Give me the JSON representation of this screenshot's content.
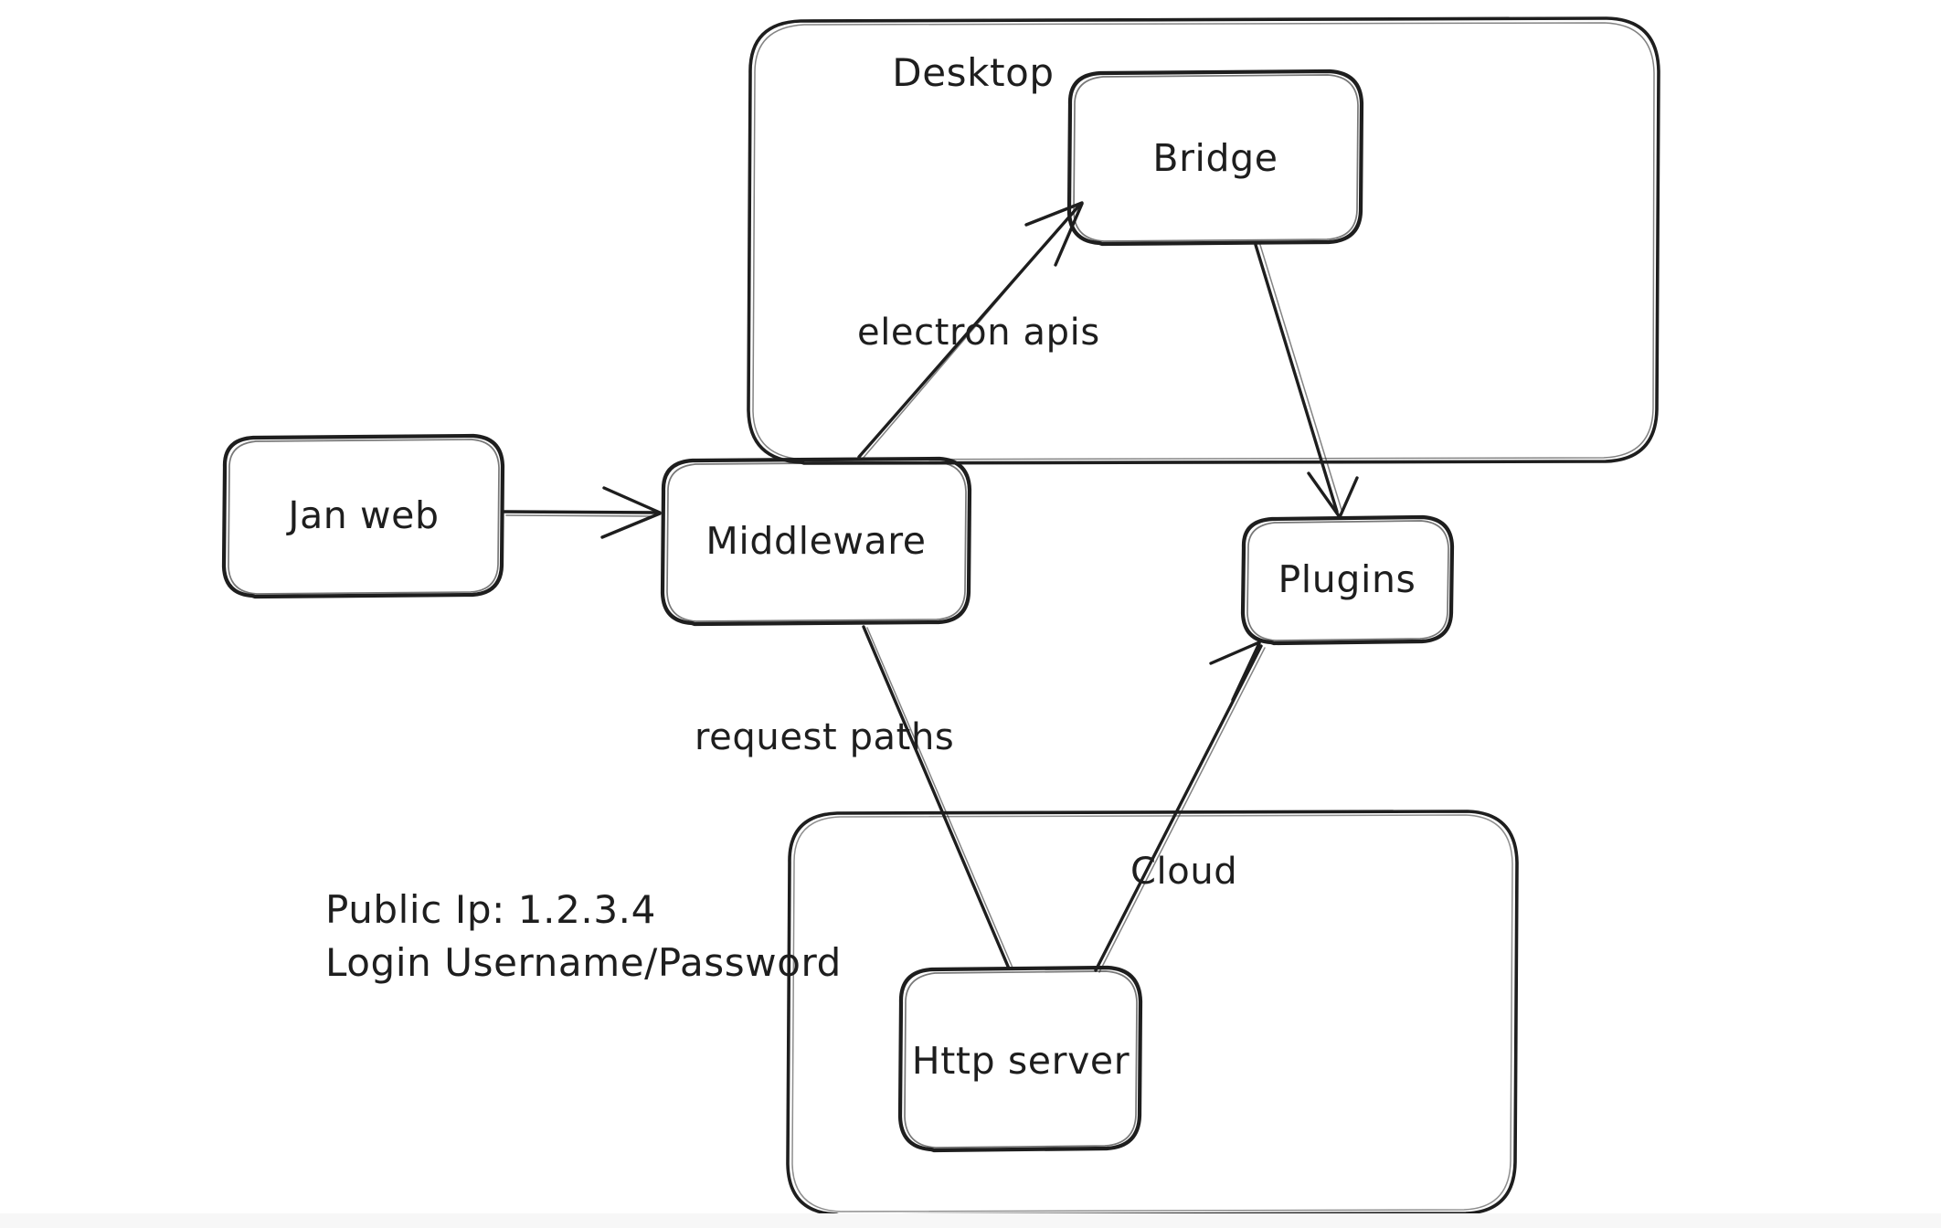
{
  "diagram": {
    "title": "Jan architecture sketch",
    "style": "hand-drawn whiteboard sketch",
    "ink_color": "#1e1e1e",
    "background_color": "#ffffff",
    "containers": [
      {
        "id": "desktop",
        "label": "Desktop"
      },
      {
        "id": "cloud",
        "label": "Cloud"
      }
    ],
    "nodes": [
      {
        "id": "jan-web",
        "label": "Jan web"
      },
      {
        "id": "middleware",
        "label": "Middleware"
      },
      {
        "id": "bridge",
        "label": "Bridge"
      },
      {
        "id": "plugins",
        "label": "Plugins"
      },
      {
        "id": "http-server",
        "label": "Http server"
      }
    ],
    "edges": [
      {
        "id": "e1",
        "from": "jan-web",
        "to": "middleware",
        "label": ""
      },
      {
        "id": "e2",
        "from": "middleware",
        "to": "bridge",
        "label": "electron apis"
      },
      {
        "id": "e3",
        "from": "bridge",
        "to": "plugins",
        "label": ""
      },
      {
        "id": "e4",
        "from": "http-server",
        "to": "middleware",
        "label": "request paths"
      },
      {
        "id": "e5",
        "from": "http-server",
        "to": "plugins",
        "label": "Cloud"
      }
    ],
    "notes": [
      {
        "id": "note-public-ip",
        "line1": "Public Ip: 1.2.3.4",
        "line2": "Login Username/Password"
      }
    ]
  }
}
